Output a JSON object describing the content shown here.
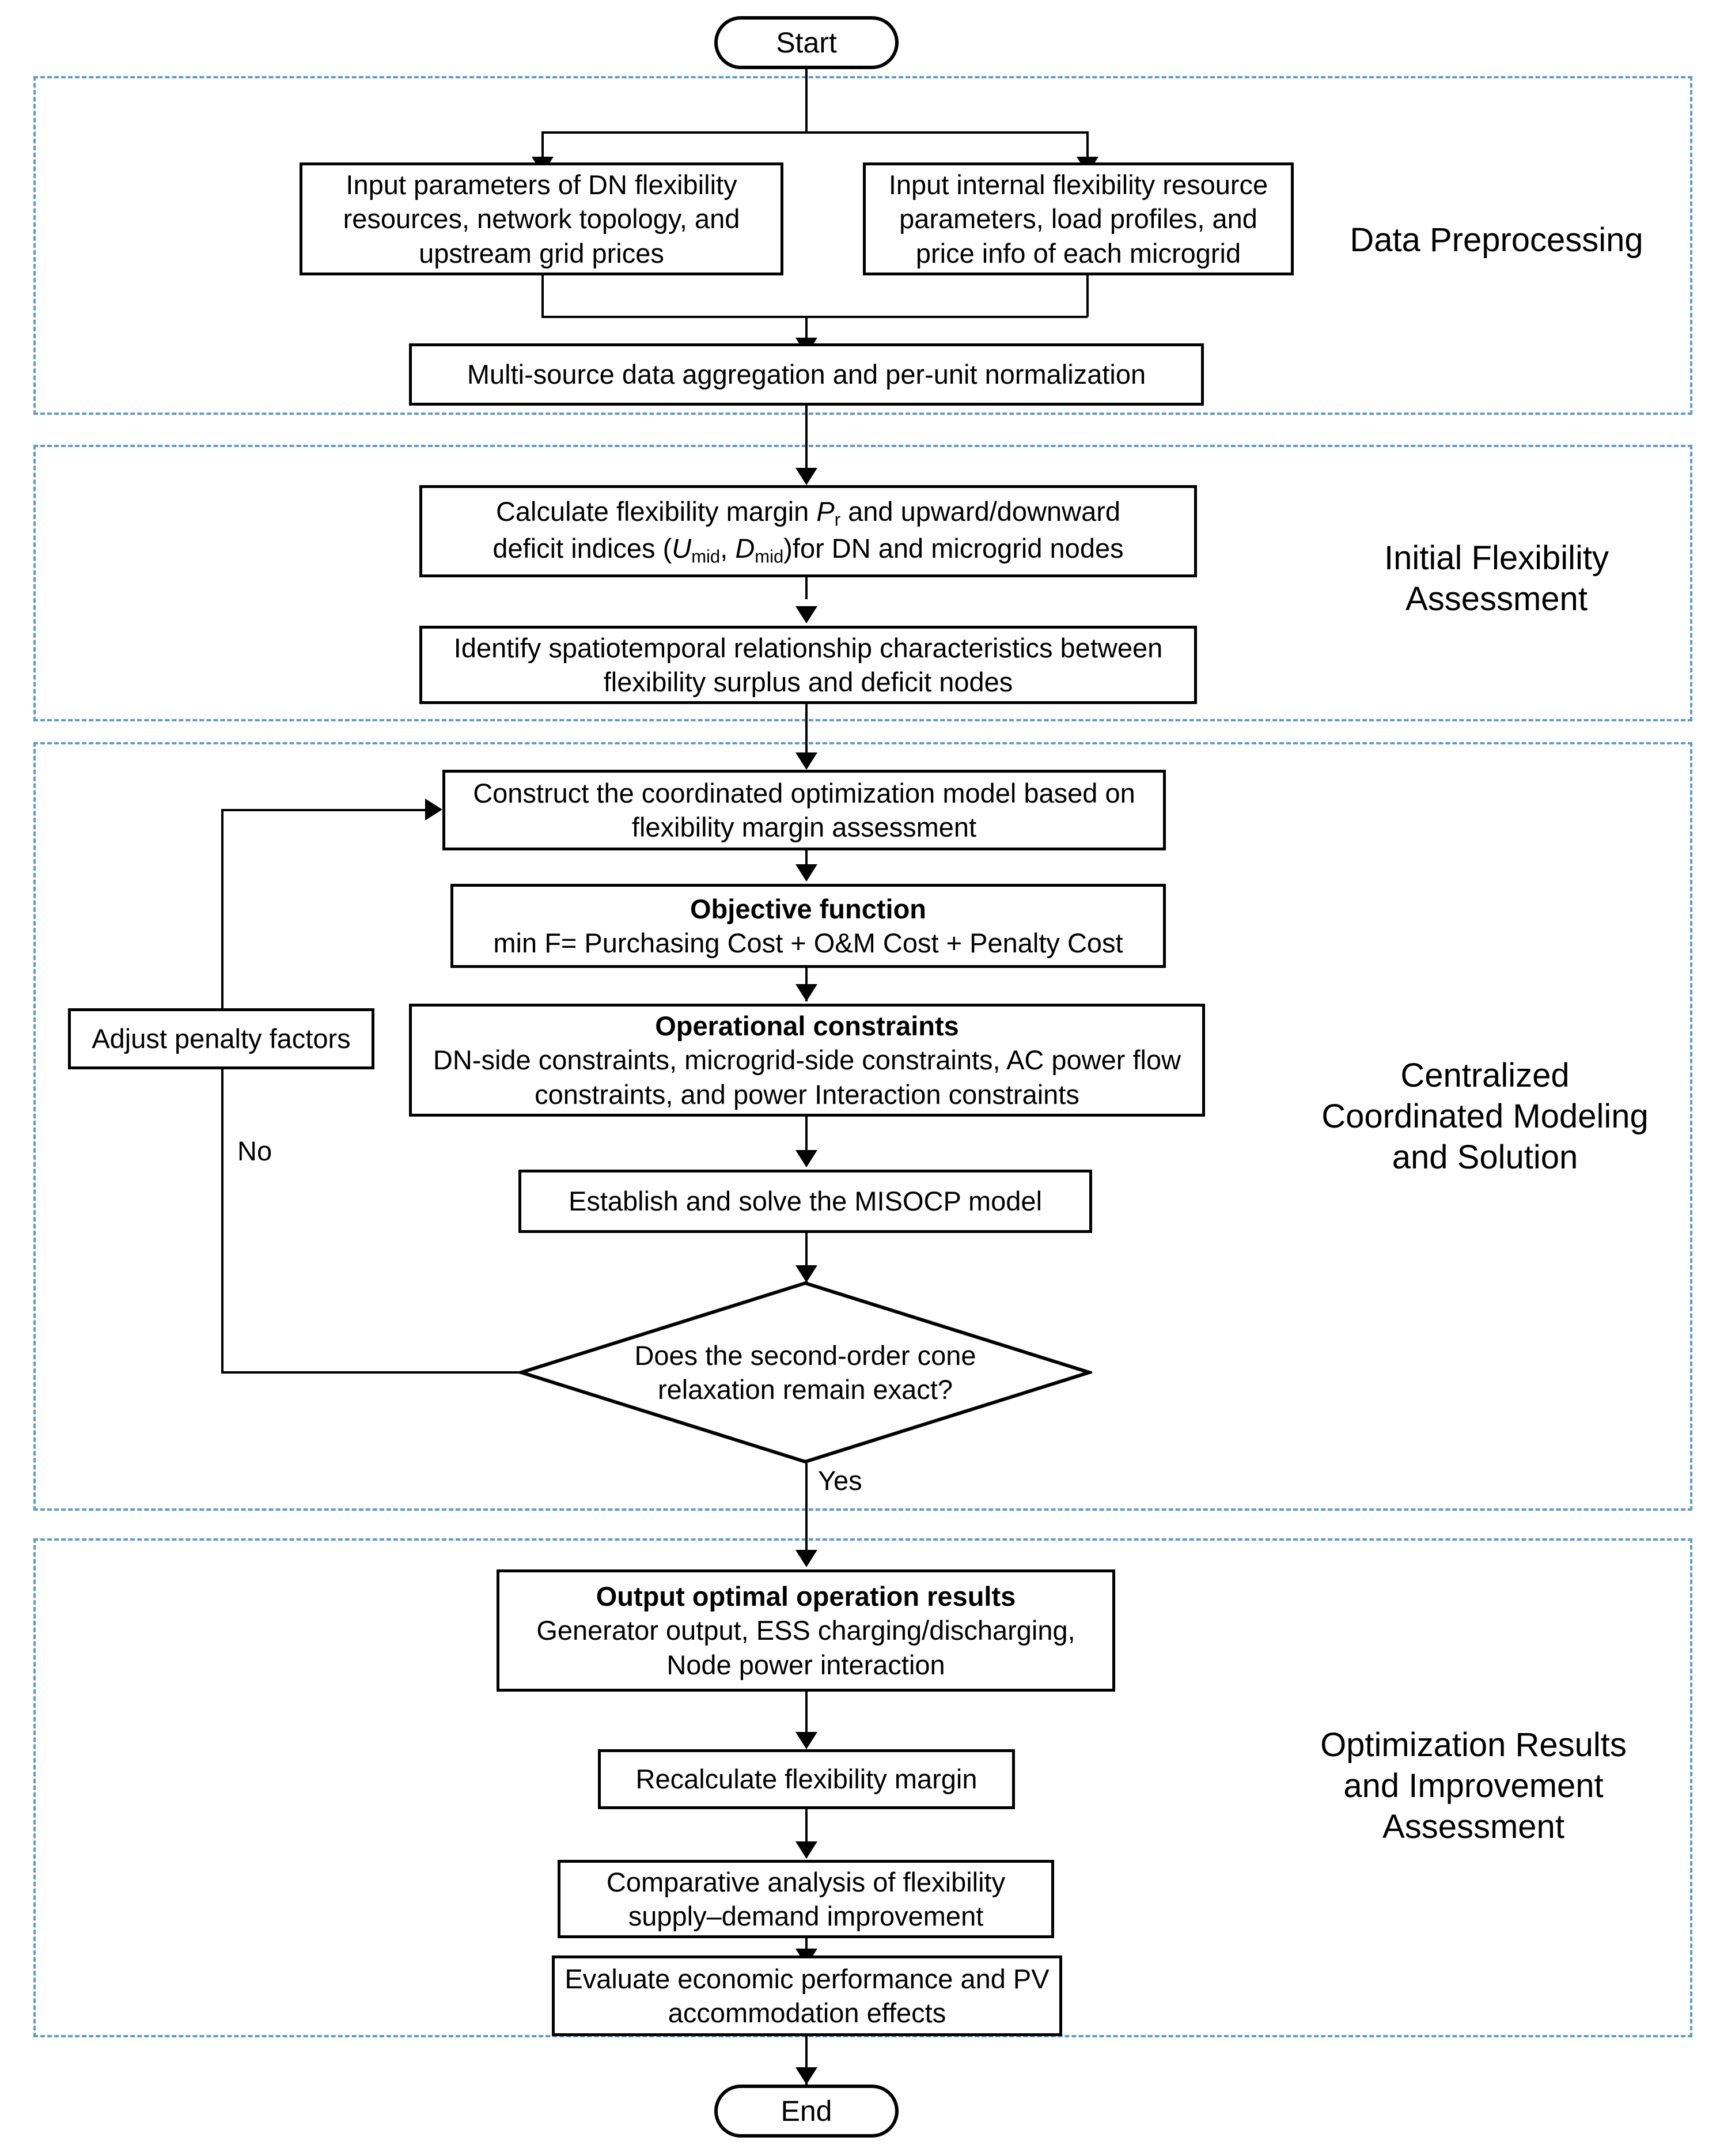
{
  "diagram": {
    "title": "Coordinated flexibility optimization flowchart",
    "accent_dashed_color": "#5b9bd5",
    "line_color": "#000000",
    "background": "#ffffff"
  },
  "terminals": {
    "start": "Start",
    "end": "End"
  },
  "phases": [
    {
      "id": "data-preprocessing",
      "label": "Data Preprocessing"
    },
    {
      "id": "initial-flexibility-assessment",
      "label": "Initial Flexibility\nAssessment"
    },
    {
      "id": "centralized-coordinated-modeling-and-solution",
      "label": "Centralized\nCoordinated Modeling\nand Solution"
    },
    {
      "id": "optimization-results-and-improvement-assessment",
      "label": "Optimization Results\nand Improvement\nAssessment"
    }
  ],
  "nodes": {
    "input_dn": "Input parameters of DN flexibility resources, network topology, and upstream grid prices",
    "input_mg": "Input internal flexibility resource parameters, load profiles, and price info of each microgrid",
    "aggregation": "Multi-source data aggregation and per-unit normalization",
    "calc_margin_line1": "Calculate flexibility margin ",
    "calc_margin_var1": "P",
    "calc_margin_var1_sub": "r",
    "calc_margin_line1b": " and upward/downward",
    "calc_margin_line2a": "deficit indices (",
    "calc_margin_var2": "U",
    "calc_margin_var2_sub": "mid",
    "calc_margin_line2b": ", ",
    "calc_margin_var3": "D",
    "calc_margin_var3_sub": "mid",
    "calc_margin_line2c": ")for DN and microgrid nodes",
    "identify_spatiotemporal": "Identify spatiotemporal relationship characteristics between flexibility surplus and deficit nodes",
    "construct_model": "Construct the coordinated optimization model based on flexibility margin assessment",
    "objective_title": "Objective function",
    "objective_body": "min F= Purchasing Cost + O&M Cost + Penalty Cost",
    "constraints_title": "Operational constraints",
    "constraints_body": "DN-side constraints, microgrid-side constraints, AC power flow constraints, and power Interaction constraints",
    "misocp": "Establish and solve the MISOCP model",
    "decision": "Does the second-order cone relaxation remain exact?",
    "adjust_penalty": "Adjust penalty factors",
    "output_title": "Output optimal operation results",
    "output_body": "Generator output, ESS charging/discharging, Node power interaction",
    "recalculate": "Recalculate flexibility margin",
    "comparative": "Comparative analysis of flexibility supply–demand improvement",
    "evaluate": "Evaluate economic performance and PV accommodation effects"
  },
  "edge_labels": {
    "no": "No",
    "yes": "Yes"
  }
}
